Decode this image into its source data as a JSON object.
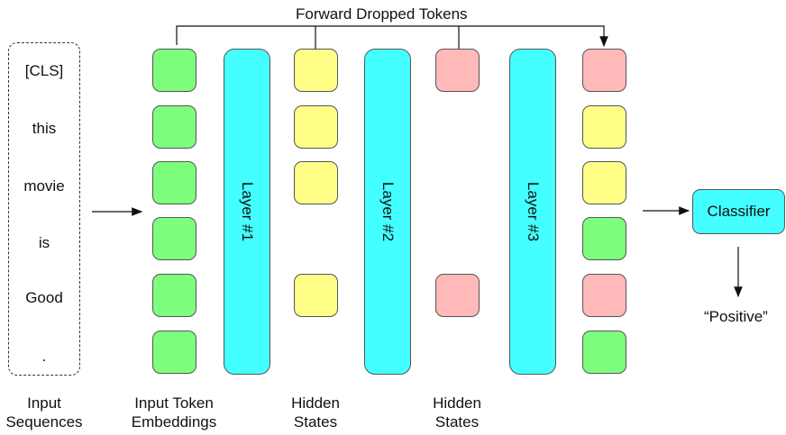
{
  "top_label": "Forward Dropped Tokens",
  "input_tokens": [
    "[CLS]",
    "this",
    "movie",
    "is",
    "Good",
    "."
  ],
  "layers": [
    "Layer #1",
    "Layer #2",
    "Layer #3"
  ],
  "captions": {
    "input_sequences": [
      "Input",
      "Sequences"
    ],
    "input_embeddings": [
      "Input Token",
      "Embeddings"
    ],
    "hidden_states_1": [
      "Hidden",
      "States"
    ],
    "hidden_states_2": [
      "Hidden",
      "States"
    ]
  },
  "classifier_label": "Classifier",
  "output_label": "“Positive”",
  "colors": {
    "green": "#7dff7d",
    "yellow": "#ffff88",
    "pink": "#ffb9b9",
    "cyan": "#44ffff"
  }
}
